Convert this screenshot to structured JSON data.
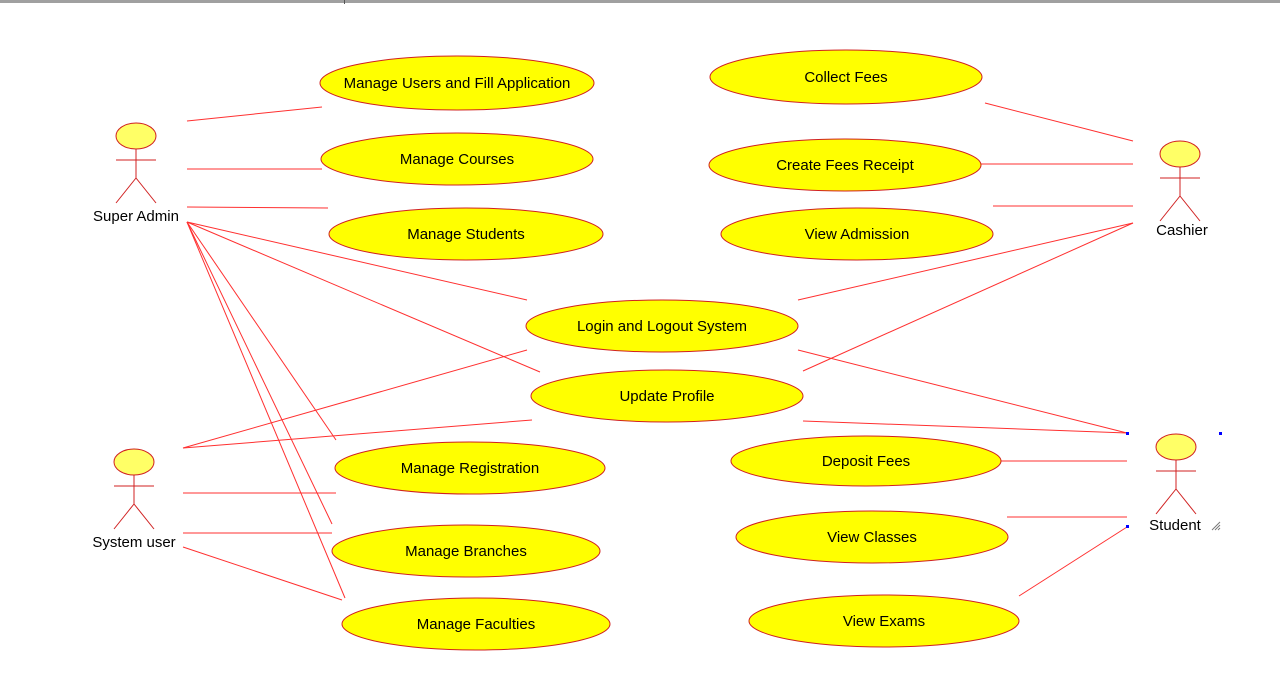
{
  "diagram": {
    "actors": [
      {
        "id": "super_admin",
        "label": "Super Admin"
      },
      {
        "id": "system_user",
        "label": "System user"
      },
      {
        "id": "cashier",
        "label": "Cashier"
      },
      {
        "id": "student",
        "label": "Student"
      }
    ],
    "use_cases": [
      {
        "id": "manage_users",
        "label": "Manage Users and Fill Application"
      },
      {
        "id": "manage_courses",
        "label": "Manage Courses"
      },
      {
        "id": "manage_students",
        "label": "Manage Students"
      },
      {
        "id": "collect_fees",
        "label": "Collect Fees"
      },
      {
        "id": "create_receipt",
        "label": "Create Fees Receipt"
      },
      {
        "id": "view_admission",
        "label": "View Admission"
      },
      {
        "id": "login_logout",
        "label": "Login and Logout System"
      },
      {
        "id": "update_profile",
        "label": "Update Profile"
      },
      {
        "id": "manage_registration",
        "label": "Manage Registration"
      },
      {
        "id": "manage_branches",
        "label": "Manage Branches"
      },
      {
        "id": "manage_faculties",
        "label": "Manage Faculties"
      },
      {
        "id": "deposit_fees",
        "label": "Deposit Fees"
      },
      {
        "id": "view_classes",
        "label": "View Classes"
      },
      {
        "id": "view_exams",
        "label": "View Exams"
      }
    ],
    "associations": [
      [
        "super_admin",
        "manage_users"
      ],
      [
        "super_admin",
        "manage_courses"
      ],
      [
        "super_admin",
        "manage_students"
      ],
      [
        "super_admin",
        "login_logout"
      ],
      [
        "super_admin",
        "update_profile"
      ],
      [
        "super_admin",
        "manage_registration"
      ],
      [
        "super_admin",
        "manage_branches"
      ],
      [
        "super_admin",
        "manage_faculties"
      ],
      [
        "system_user",
        "login_logout"
      ],
      [
        "system_user",
        "update_profile"
      ],
      [
        "system_user",
        "manage_registration"
      ],
      [
        "system_user",
        "manage_branches"
      ],
      [
        "system_user",
        "manage_faculties"
      ],
      [
        "cashier",
        "collect_fees"
      ],
      [
        "cashier",
        "create_receipt"
      ],
      [
        "cashier",
        "view_admission"
      ],
      [
        "cashier",
        "login_logout"
      ],
      [
        "cashier",
        "update_profile"
      ],
      [
        "student",
        "login_logout"
      ],
      [
        "student",
        "update_profile"
      ],
      [
        "student",
        "deposit_fees"
      ],
      [
        "student",
        "view_classes"
      ],
      [
        "student",
        "view_exams"
      ]
    ],
    "colors": {
      "line": "#ff3030",
      "usecase_fill": "#ffff00",
      "usecase_stroke": "#d02020",
      "actor_fill": "#ffff66",
      "actor_stroke": "#d02020",
      "text": "#000000",
      "selection_handle": "#0000ff"
    }
  }
}
